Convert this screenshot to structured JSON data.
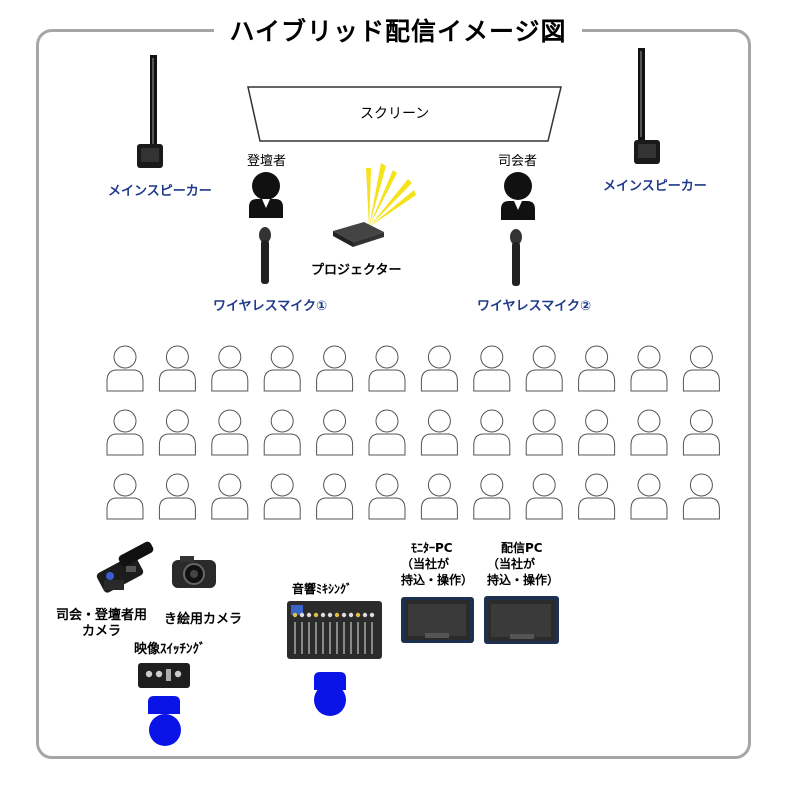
{
  "title": "ハイブリッド配信イメージ図",
  "screen": {
    "label": "スクリーン"
  },
  "speakers": {
    "left_label": "メインスピーカー",
    "right_label": "メインスピーカー"
  },
  "people": {
    "presenter": "登壇者",
    "mc": "司会者"
  },
  "projector": {
    "label": "プロジェクター"
  },
  "mics": {
    "mic1": "ワイヤレスマイク①",
    "mic2": "ワイヤレスマイク②"
  },
  "audience": {
    "rows": 3,
    "columns": 12
  },
  "equipment": {
    "camera_main": "司会・登壇者用カメラ",
    "camera_main_line1": "司会・登壇者用",
    "camera_main_line2": "カメラ",
    "camera_sign": "き絵用カメラ",
    "video_switching": "映像ｽｲｯﾁﾝｸﾞ",
    "audio_mixing": "音響ﾐｷｼﾝｸﾞ",
    "monitor_pc": {
      "line1": "ﾓﾆﾀｰPC",
      "line2": "（当社が",
      "line3": "持込・操作）"
    },
    "stream_pc": {
      "line1": "配信PC",
      "line2": "（当社が",
      "line3": "持込・操作）"
    }
  },
  "colors": {
    "frame": "#a6a6a6",
    "label_blue": "#1f3a8a",
    "operator_blue": "#0a14e6",
    "ray_yellow": "#f5e21a"
  }
}
